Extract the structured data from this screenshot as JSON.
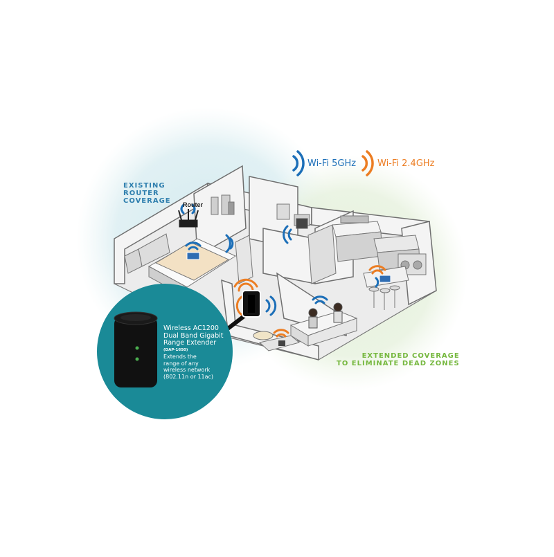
{
  "legend": {
    "wifi_5": {
      "label": "Wi-Fi 5GHz",
      "color": "#1c6fb8",
      "icon": "wifi-5ghz-icon"
    },
    "wifi_24": {
      "label": "Wi-Fi 2.4GHz",
      "color": "#ec7d22",
      "icon": "wifi-24ghz-icon"
    }
  },
  "coverage": {
    "existing": {
      "line1": "EXISTING",
      "line2": "ROUTER",
      "line3": "COVERAGE",
      "color": "#2f7fae"
    },
    "extended": {
      "line1": "EXTENDED COVERAGE",
      "line2": "TO ELIMINATE DEAD ZONES",
      "color": "#76b83f"
    }
  },
  "router": {
    "label": "Router"
  },
  "extender": {
    "title_line1": "Wireless AC1200",
    "title_line2": "Dual Band Gigabit",
    "title_line3": "Range Extender",
    "model": "(DAP-1650)",
    "desc_line1": "Extends the",
    "desc_line2": "range of any",
    "desc_line3": "wireless network",
    "desc_line4": "(802.11n or 11ac)",
    "panel_color": "#1a8a97"
  }
}
